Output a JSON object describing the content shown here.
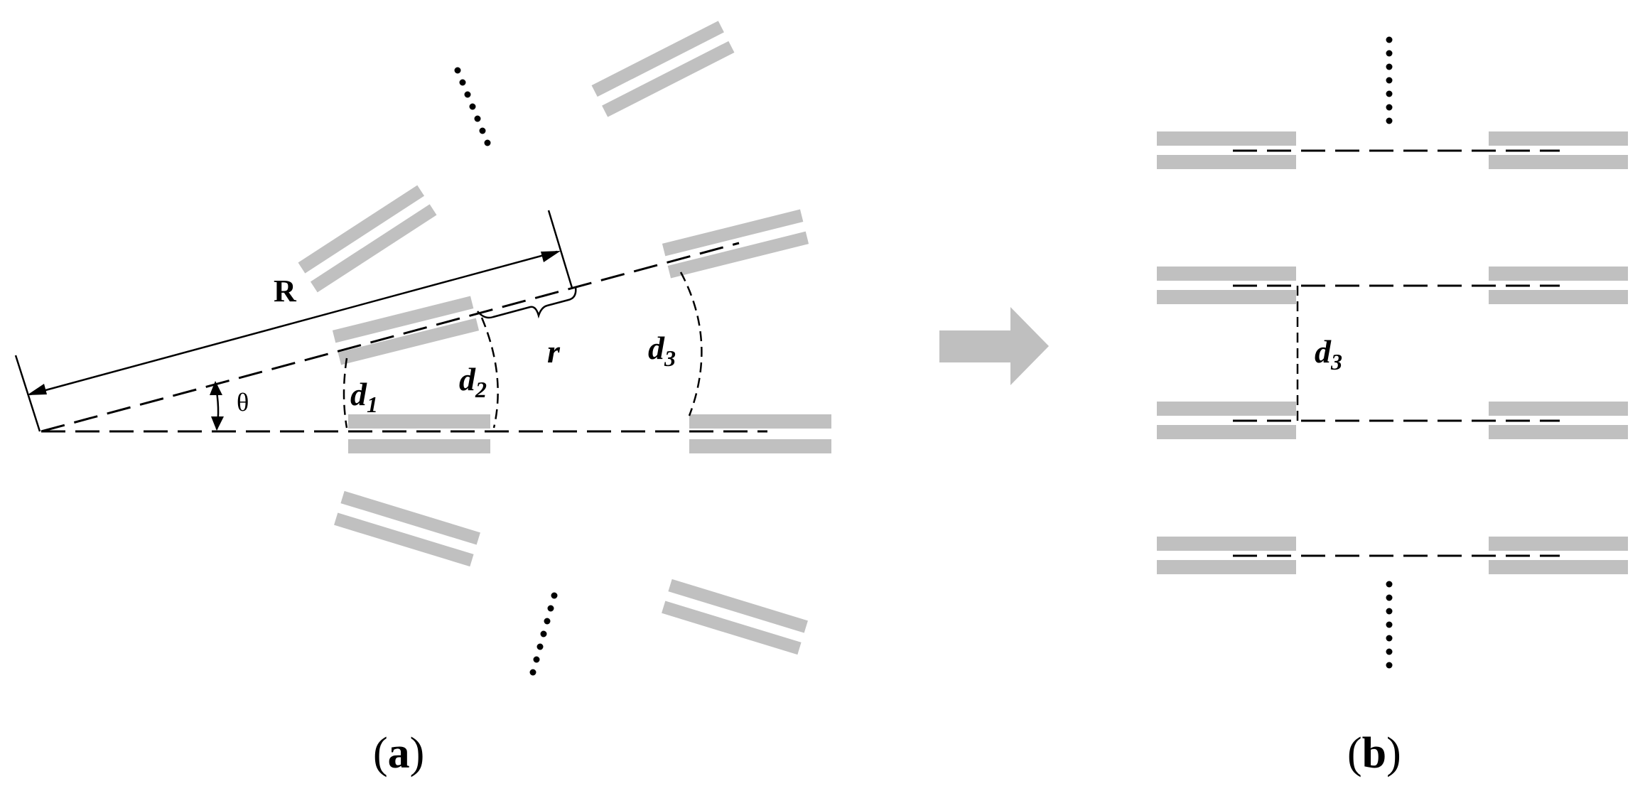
{
  "panel_a": {
    "label_R": "R",
    "label_r": "r",
    "label_theta": "θ",
    "label_d1_base": "d",
    "label_d1_sub": "1",
    "label_d2_base": "d",
    "label_d2_sub": "2",
    "label_d3_base": "d",
    "label_d3_sub": "3",
    "caption_open": "(",
    "caption_letter": "a",
    "caption_close": ")"
  },
  "panel_b": {
    "label_d3_base": "d",
    "label_d3_sub": "3",
    "caption_open": "(",
    "caption_letter": "b",
    "caption_close": ")"
  },
  "colors": {
    "electrode": "#c0c0c0",
    "line": "#000000",
    "arrow": "#bfbfbf",
    "background": "#ffffff"
  }
}
